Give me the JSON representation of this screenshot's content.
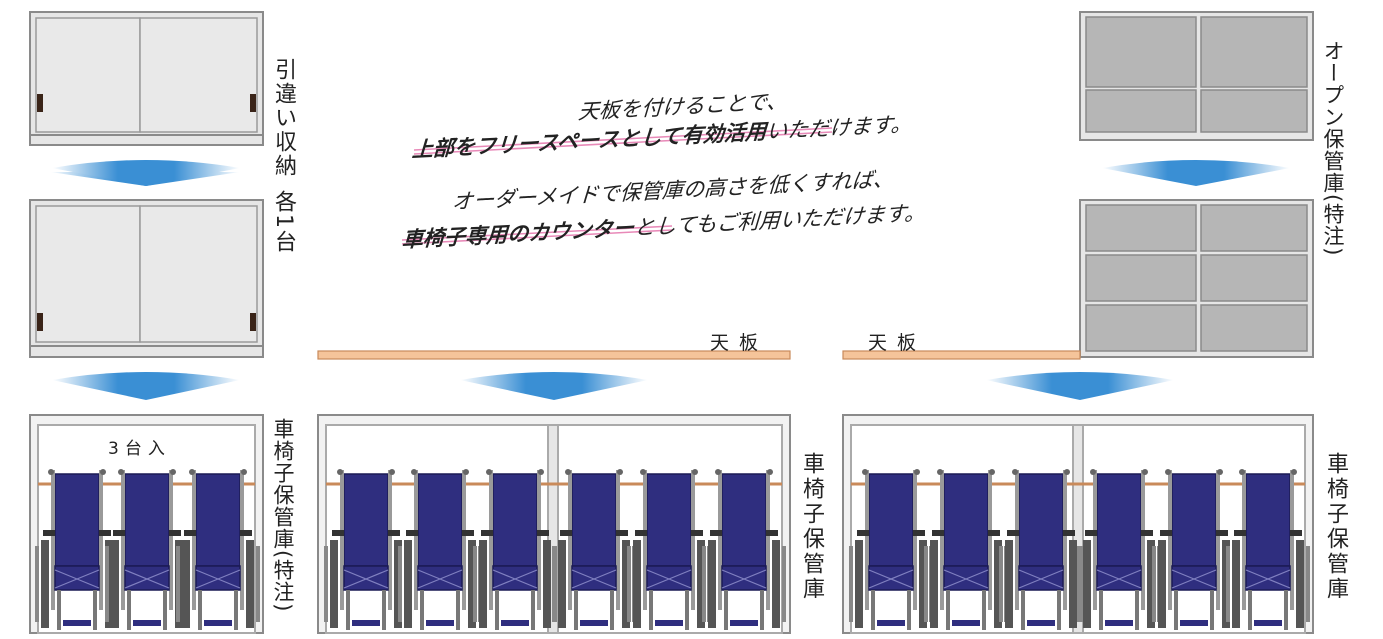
{
  "labels": {
    "sliding_storage": "引違い収納",
    "each_one": "各1台",
    "open_cabinet": "オープン保管庫(特注)",
    "wheelchair_cabinet_special": "車椅子保管庫(特注)",
    "wheelchair_cabinet_center": "車椅子保管庫",
    "wheelchair_cabinet_right": "車椅子保管庫",
    "top_board_center": "天板",
    "top_board_right": "天板",
    "capacity": "3台入"
  },
  "message": {
    "line1": "天板を付けることで、",
    "line2_bold": "上部をフリースペースとして有効活用",
    "line2_rest": "いただけます。",
    "line3": "オーダーメイドで保管庫の高さを低くすれば、",
    "line4_bold": "車椅子専用のカウンター",
    "line4_rest": "としてもご利用いただけます。"
  },
  "colors": {
    "cabinet_fill": "#e6e6e6",
    "open_fill": "#b6b6b6",
    "arrow": "#3a8fd4",
    "board": "#f5c49a",
    "wheelchair": "#2f2e7f",
    "underline": "#e889b8"
  }
}
